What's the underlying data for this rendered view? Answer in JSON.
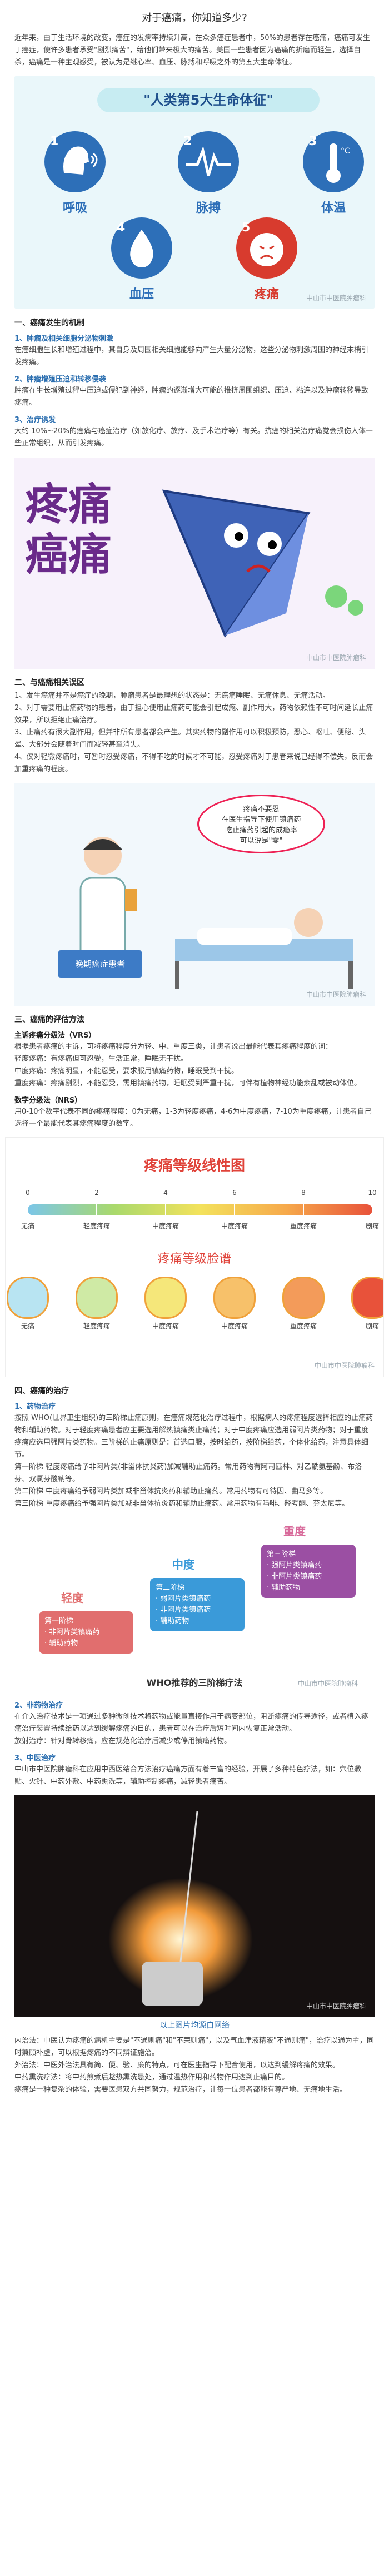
{
  "article_title": "对于癌痛，你知道多少?",
  "intro": "近年来，由于生活环境的改变，癌症的发病率持续升高，在众多癌症患者中，50%的患者存在癌痛，癌痛可发生于癌症，使许多患者承受\"剧烈痛苦\"，给他们带来极大的痛苦。美国一些患者因为癌痛的折磨而轻生，选择自杀，癌痛是一种主观感受，被认为是继心率、血压、脉搏和呼吸之外的第五大生命体征。",
  "vitals": {
    "banner": "\"人类第5大生命体征\"",
    "items": [
      {
        "num": "1",
        "label": "呼吸"
      },
      {
        "num": "2",
        "label": "脉搏"
      },
      {
        "num": "3",
        "label": "体温"
      },
      {
        "num": "4",
        "label": "血压"
      },
      {
        "num": "5",
        "label": "疼痛"
      }
    ],
    "watermark": "中山市中医院肿瘤科"
  },
  "section1": {
    "heading": "一、癌痛发生的机制",
    "p1_title": "1、肿瘤及相关细胞分泌物刺激",
    "p1": "在癌细胞生长和增殖过程中，其自身及周围相关细胞能够向产生大量分泌物，这些分泌物刺激周围的神经末梢引发疼痛。",
    "p2_title": "2、肿瘤增殖压迫和转移侵袭",
    "p2": "肿瘤在生长增殖过程中压迫或侵犯到神经，肿瘤的逐渐增大可能的推挤周围组织、压迫、粘连以及肿瘤转移导致疼痛。",
    "p3_title": "3、治疗诱发",
    "p3": "大约 10%~20%的癌痛与癌症治疗（如放化疗、放疗、及手术治疗等）有关。抗癌的相关治疗痛觉会损伤人体一些正常组织，从而引发疼痛。"
  },
  "img2_watermark": "中山市中医院肿瘤科",
  "img2_chars": [
    "疼",
    "痛",
    "癌",
    "痛"
  ],
  "section2": {
    "heading": "二、与癌痛相关误区",
    "items": [
      "1、发生癌痛并不是癌症的晚期，肿瘤患者是最理想的状态是：无癌痛睡眠、无痛休息、无痛活动。",
      "2、对于需要用止痛药物的患者，由于担心使用止痛药可能会引起成瘾、副作用大，药物依赖性不可时间延长止痛效果，所以拒绝止痛治疗。",
      "3、止痛药有很大副作用，但并非所有患者都会产生。其实药物的副作用可以积极预防，恶心、呕吐、便秘、头晕、大部分会随着时间而减轻甚至消失。",
      "4、仅对轻微疼痛时，可暂时忍受疼痛，不得不吃的时候才不可能，忍受疼痛对于患者来说已经得不偿失，反而会加重疼痛的程度。"
    ]
  },
  "cartoon": {
    "bubble": "疼痛不要忍\n在医生指导下使用镇痛药\n吃止痛药引起的成瘾率\n可以说是\"零\"",
    "sign": "晚期癌症患者",
    "watermark": "中山市中医院肿瘤科"
  },
  "section3": {
    "heading": "三、癌痛的评估方法",
    "sub1": "主诉疼痛分级法（VRS）",
    "sub1_text": "根据患者疼痛的主诉，可将疼痛程度分为轻、中、重度三类，让患者说出最能代表其疼痛程度的词：",
    "levels": [
      "轻度疼痛：有疼痛但可忍受，生活正常，睡眠无干扰。",
      "中度疼痛：疼痛明显，不能忍受，要求服用镇痛药物，睡眠受到干扰。",
      "重度疼痛：疼痛剧烈，不能忍受，需用镇痛药物，睡眠受到严重干扰，可伴有植物神经功能紊乱或被动体位。"
    ],
    "sub2": "数字分级法（NRS）",
    "sub2_text": "用0-10个数字代表不同的疼痛程度：0为无痛，1-3为轻度疼痛，4-6为中度疼痛，7-10为重度疼痛，让患者自己选择一个最能代表其疼痛程度的数字。"
  },
  "pain_scale": {
    "title": "疼痛等级线性图",
    "ticks": [
      "0",
      "2",
      "4",
      "6",
      "8",
      "10"
    ],
    "tick_labels": [
      "无痛",
      "轻度疼痛",
      "中度疼痛",
      "中度疼痛",
      "重度疼痛",
      "剧痛"
    ],
    "faces_title": "疼痛等级脸谱",
    "face_labels": [
      "无痛",
      "轻度疼痛",
      "中度疼痛",
      "中度疼痛",
      "重度疼痛",
      "剧痛"
    ],
    "watermark": "中山市中医院肿瘤科"
  },
  "section4": {
    "heading": "四、癌痛的治疗",
    "sub1": "1、药物治疗",
    "p1": "按照 WHO(世界卫生组织)的三阶梯止痛原则，在癌痛规范化治疗过程中，根据病人的疼痛程度选择相应的止痛药物和辅助药物。对于轻度疼痛患者应主要选用解热镇痛类止痛药；对于中度疼痛应选用弱阿片类药物；对于重度疼痛应选用强阿片类药物。三阶梯的止痛原则是：首选口服，按时给药，按阶梯给药，个体化给药，注意具体细节。",
    "steps": [
      "第一阶梯 轻度疼痛给予非阿片类(非甾体抗炎药)加减辅助止痛药。常用药物有阿司匹林、对乙酰氨基酚、布洛芬、双氯芬酸钠等。",
      "第二阶梯 中度疼痛给予弱阿片类加减非甾体抗炎药和辅助止痛药。常用药物有可待因、曲马多等。",
      "第三阶梯 重度疼痛给予强阿片类加减非甾体抗炎药和辅助止痛药。常用药物有吗啡、羟考酮、芬太尼等。"
    ],
    "ladder": {
      "mild": "轻度",
      "moderate": "中度",
      "severe": "重度",
      "step1": "第一阶梯\n· 非阿片类镇痛药\n· 辅助药物",
      "step2": "第二阶梯\n· 弱阿片类镇痛药\n· 非阿片类镇痛药\n· 辅助药物",
      "step3": "第三阶梯\n· 强阿片类镇痛药\n· 非阿片类镇痛药\n· 辅助药物",
      "caption": "WHO推荐的三阶梯疗法",
      "watermark": "中山市中医院肿瘤科"
    },
    "sub2": "2、非药物治疗",
    "p2": "在介入治疗技术是一项通过多种微创技术将药物或能量直接作用于病变部位，阻断疼痛的传导途径，或者植入疼痛治疗装置持续给药以达到缓解疼痛的目的，患者可以在治疗后短时间内恢复正常活动。",
    "p3": "放射治疗：针对骨转移痛，应在规范化治疗后减少或停用镇痛药物。",
    "sub3": "3、中医治疗",
    "p4": "中山市中医院肿瘤科在应用中西医结合方法治疗癌痛方面有着丰富的经验，开展了多种特色疗法，如：穴位敷贴、火针、中药外敷、中药熏洗等，辅助控制疼痛，减轻患者痛苦。"
  },
  "photo": {
    "watermark": "中山市中医院肿瘤科",
    "caption": "以上图片均源自网络"
  },
  "closing": [
    "内治法：中医认为疼痛的病机主要是\"不通则痛\"和\"不荣则痛\"，以及气血津液精液\"不通则痛\"，治疗以通为主，同时兼顾补虚，可以根据疼痛的不同辨证施治。",
    "外治法：中医外治法具有简、便、验、廉的特点，可在医生指导下配合使用，以达到缓解疼痛的效果。",
    "中药熏洗疗法：将中药煎煮后趁热熏洗患处，通过温热作用和药物作用达到止痛目的。",
    "疼痛是一种复杂的体验，需要医患双方共同努力，规范治疗，让每一位患者都能有尊严地、无痛地生活。"
  ]
}
